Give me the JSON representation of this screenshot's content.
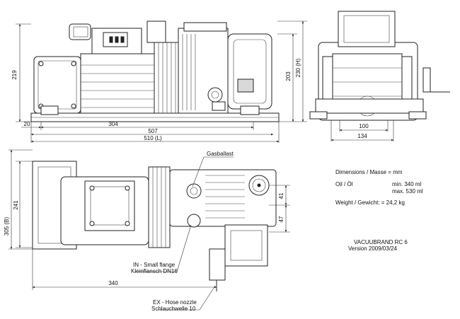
{
  "dimensions": {
    "h219": "219",
    "h203": "203",
    "h230": "230 (H)",
    "w20": "20",
    "w304": "304",
    "w507": "507",
    "w510": "510 (L)",
    "w100": "100",
    "w134": "134",
    "h305": "305 (B)",
    "h241": "241",
    "w340": "340",
    "h41": "41",
    "h47": "47"
  },
  "callouts": {
    "gasballast": "Gasballast",
    "inlet_line1": "IN - Small flange",
    "inlet_line2": "Kleinflansch DN16",
    "exhaust_line1": "EX - Hose nozzle",
    "exhaust_line2": "Schlauchwelle 10"
  },
  "specs": {
    "header": "Dimensions / Masse = mm",
    "oil_label": "Oil / Öl",
    "oil_min": "min.  340 ml",
    "oil_max": "max.  530 ml",
    "weight": "Weight / Gewicht:  = 24,2 kg"
  },
  "title_block": {
    "product": "VACUUBRAND RC 6",
    "version": "Version 2009/03/24"
  }
}
